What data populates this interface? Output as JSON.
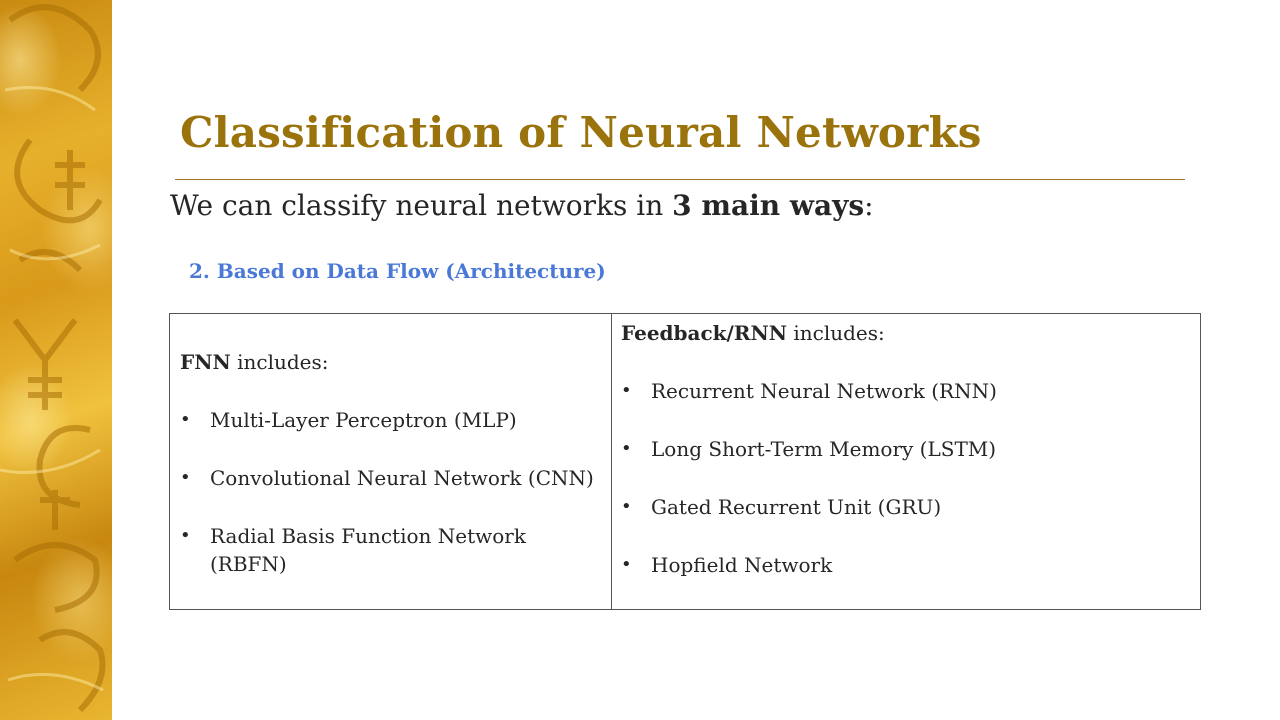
{
  "slide": {
    "title": "Classification of Neural Networks",
    "intro_prefix": "We can classify neural networks in ",
    "intro_bold": "3 main ways",
    "intro_suffix": ":",
    "subheading": "2. Based on Data Flow (Architecture)"
  },
  "table": {
    "left": {
      "heading_bold": "FNN",
      "heading_rest": " includes:",
      "items": [
        "Multi-Layer Perceptron (MLP)",
        "Convolutional Neural Network (CNN)",
        "Radial Basis Function Network (RBFN)"
      ]
    },
    "right": {
      "heading_bold": "Feedback/RNN",
      "heading_rest": " includes:",
      "items": [
        "Recurrent Neural Network (RNN)",
        "Long Short-Term Memory (LSTM)",
        "Gated Recurrent Unit (GRU)",
        "Hopfield Network"
      ]
    }
  },
  "colors": {
    "title": "#9a730c",
    "subheading": "#4a78d6",
    "rule": "#a07c1c",
    "side_strip": "#e6b02c"
  },
  "decoration": {
    "side_strip_image": "gold-currency-symbols"
  }
}
